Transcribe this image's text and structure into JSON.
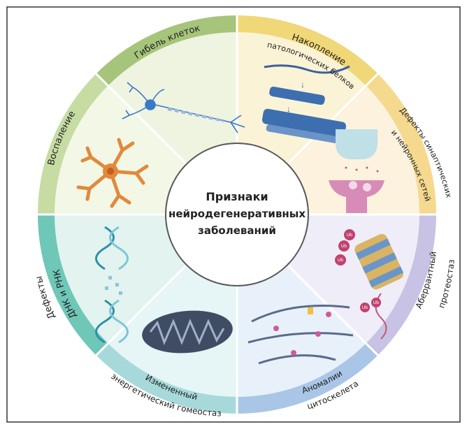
{
  "center": {
    "line1": "Признаки",
    "line2": "нейродегенеративных",
    "line3": "заболеваний"
  },
  "sectors": [
    {
      "id": "protein",
      "lines": [
        "Накопление",
        "патологических белков"
      ],
      "color": "#f0d777"
    },
    {
      "id": "synaptic",
      "lines": [
        "Дефекты синаптических",
        "и нейронных сетей"
      ],
      "color": "#f5d98e"
    },
    {
      "id": "proteostasis",
      "lines": [
        "Аберрантный",
        "протеостаз"
      ],
      "color": "#c8c2e4"
    },
    {
      "id": "cytoskeleton",
      "lines": [
        "Аномалии",
        "цитоскелета"
      ],
      "color": "#a9c6e6"
    },
    {
      "id": "energy",
      "lines": [
        "Измененный",
        "энергетический гомеостаз"
      ],
      "color": "#a7d9da"
    },
    {
      "id": "dna",
      "lines": [
        "Дефекты",
        "ДНК и РНК"
      ],
      "color": "#6fc7b8"
    },
    {
      "id": "inflammation",
      "lines": [
        "Воспаление"
      ],
      "color": "#c6dca3"
    },
    {
      "id": "cell-death",
      "lines": [
        "Гибель клеток"
      ],
      "color": "#a6c47a"
    }
  ],
  "ub_label": "Ub"
}
